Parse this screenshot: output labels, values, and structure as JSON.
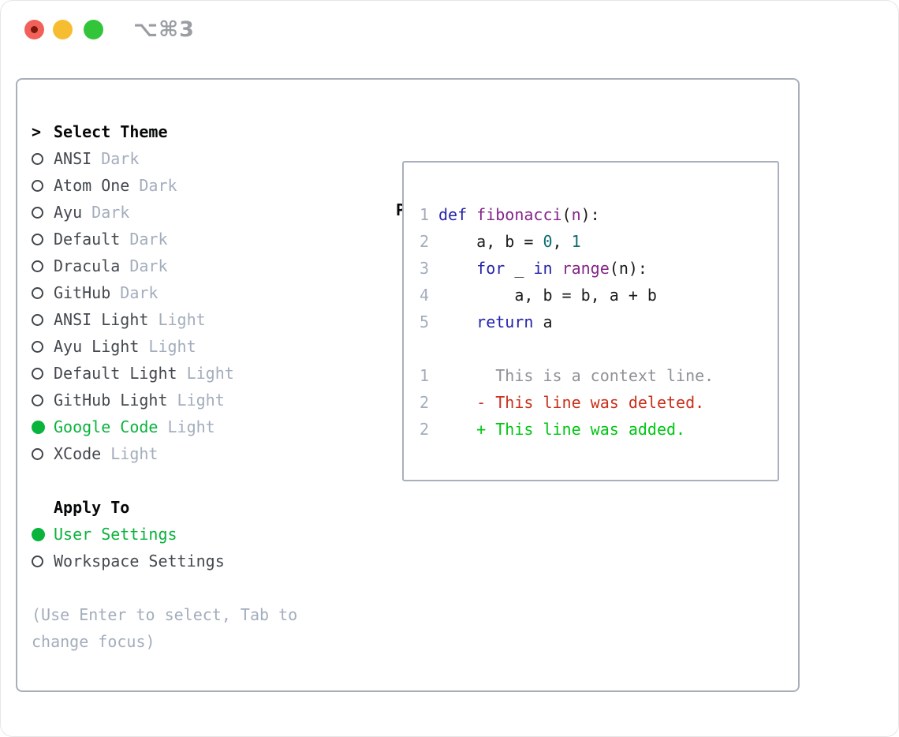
{
  "window": {
    "title_shortcut": "⌥⌘3",
    "traffic_lights": [
      "close",
      "minimize",
      "zoom"
    ]
  },
  "colors": {
    "accent_green": "#0ab33c",
    "diff_added_green": "#00c614",
    "diff_deleted_red": "#c9301b",
    "keyword_blue": "#2525ab",
    "function_purple": "#84248a",
    "literal_teal": "#0d6c6e",
    "muted_gray": "#a3adbc",
    "panel_border": "#a9afb9"
  },
  "theme_picker": {
    "header_marker": ">",
    "header": "Select Theme",
    "themes": [
      {
        "name": "ANSI",
        "variant": "Dark",
        "selected": false
      },
      {
        "name": "Atom One",
        "variant": "Dark",
        "selected": false
      },
      {
        "name": "Ayu",
        "variant": "Dark",
        "selected": false
      },
      {
        "name": "Default",
        "variant": "Dark",
        "selected": false
      },
      {
        "name": "Dracula",
        "variant": "Dark",
        "selected": false
      },
      {
        "name": "GitHub",
        "variant": "Dark",
        "selected": false
      },
      {
        "name": "ANSI Light",
        "variant": "Light",
        "selected": false
      },
      {
        "name": "Ayu Light",
        "variant": "Light",
        "selected": false
      },
      {
        "name": "Default Light",
        "variant": "Light",
        "selected": false
      },
      {
        "name": "GitHub Light",
        "variant": "Light",
        "selected": false
      },
      {
        "name": "Google Code",
        "variant": "Light",
        "selected": true
      },
      {
        "name": "XCode",
        "variant": "Light",
        "selected": false
      }
    ],
    "apply_to": {
      "header": "Apply To",
      "options": [
        {
          "name": "User Settings",
          "selected": true
        },
        {
          "name": "Workspace Settings",
          "selected": false
        }
      ]
    },
    "help": [
      "(Use Enter to select, Tab to",
      "change focus)"
    ]
  },
  "preview": {
    "title": "Preview",
    "code_lines": [
      {
        "num": "1",
        "segs": [
          {
            "t": "def",
            "c": "kw"
          },
          {
            "t": " ",
            "c": "pl"
          },
          {
            "t": "fibonacci",
            "c": "fn"
          },
          {
            "t": "(",
            "c": "pl"
          },
          {
            "t": "n",
            "c": "fn"
          },
          {
            "t": "):",
            "c": "pl"
          }
        ]
      },
      {
        "num": "2",
        "segs": [
          {
            "t": "    a, b = ",
            "c": "pl"
          },
          {
            "t": "0",
            "c": "lit"
          },
          {
            "t": ", ",
            "c": "pl"
          },
          {
            "t": "1",
            "c": "lit"
          }
        ]
      },
      {
        "num": "3",
        "segs": [
          {
            "t": "    ",
            "c": "pl"
          },
          {
            "t": "for",
            "c": "kw"
          },
          {
            "t": " _ ",
            "c": "pl"
          },
          {
            "t": "in",
            "c": "kw"
          },
          {
            "t": " ",
            "c": "pl"
          },
          {
            "t": "range",
            "c": "fn"
          },
          {
            "t": "(n):",
            "c": "pl"
          }
        ]
      },
      {
        "num": "4",
        "segs": [
          {
            "t": "        a, b = b, a + b",
            "c": "pl"
          }
        ]
      },
      {
        "num": "5",
        "segs": [
          {
            "t": "    ",
            "c": "pl"
          },
          {
            "t": "return",
            "c": "kw"
          },
          {
            "t": " a",
            "c": "pl"
          }
        ]
      }
    ],
    "diff_lines": [
      {
        "num": "1",
        "segs": [
          {
            "t": "      This is a context line.",
            "c": "ctx"
          }
        ]
      },
      {
        "num": "2",
        "segs": [
          {
            "t": "    ",
            "c": "pl"
          },
          {
            "t": "- This line was deleted.",
            "c": "del"
          }
        ]
      },
      {
        "num": "2",
        "segs": [
          {
            "t": "    ",
            "c": "pl"
          },
          {
            "t": "+ This line was added.",
            "c": "add"
          }
        ]
      }
    ]
  }
}
